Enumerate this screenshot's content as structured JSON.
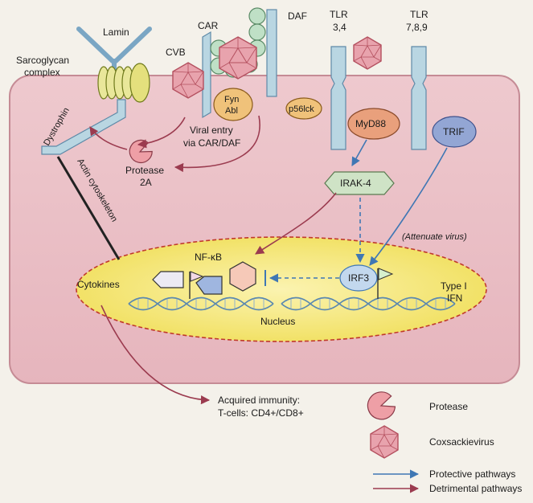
{
  "labels": {
    "lamin": "Lamin",
    "sarcoglycan_1": "Sarcoglycan",
    "sarcoglycan_2": "complex",
    "cvb": "CVB",
    "car": "CAR",
    "daf": "DAF",
    "tlr34_1": "TLR",
    "tlr34_2": "3,4",
    "tlr789_1": "TLR",
    "tlr789_2": "7,8,9",
    "dystrophin": "Dystrophin",
    "actin": "Actin cytoskeleton",
    "fyn": "Fyn",
    "abl": "Abl",
    "p56lck": "p56lck",
    "myd88": "MyD88",
    "trif": "TRIF",
    "viral_entry_1": "Viral entry",
    "viral_entry_2": "via CAR/DAF",
    "protease_1": "Protease",
    "protease_2": "2A",
    "irak4": "IRAK-4",
    "attenuate": "(Attenuate virus)",
    "nfkb": "NF-κB",
    "irf3": "IRF3",
    "cytokines": "Cytokines",
    "type1_1": "Type I",
    "type1_2": "IFN",
    "nucleus": "Nucleus",
    "acquired_1": "Acquired immunity:",
    "acquired_2": "T-cells: CD4+/CD8+"
  },
  "legend": {
    "protease": "Protease",
    "coxsackievirus": "Coxsackievirus",
    "protective": "Protective pathways",
    "detrimental": "Detrimental pathways"
  },
  "colors": {
    "cell": "#ecc3c9",
    "nucleus": "#f6ea7e",
    "receptor": "#b9d6e2",
    "protective": "#3f77b4",
    "detrimental": "#9b3b4f",
    "protease": "#ee9fa6",
    "virus": "#e8a3ad"
  }
}
